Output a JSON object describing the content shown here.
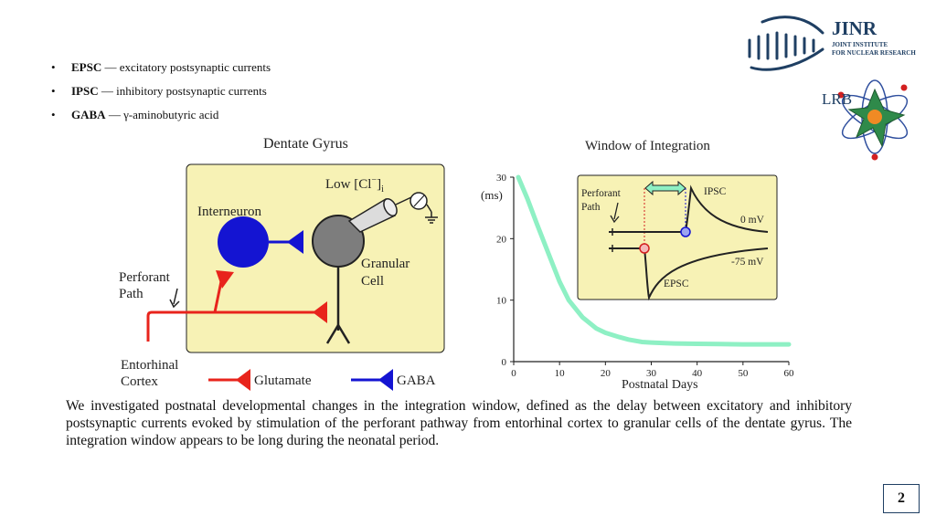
{
  "abbreviations": [
    {
      "term": "EPSC",
      "definition": "— excitatory postsynaptic currents"
    },
    {
      "term": "IPSC",
      "definition": "— inhibitory postsynaptic currents"
    },
    {
      "term": "GABA",
      "definition": "— γ-aminobutyric acid"
    }
  ],
  "logos": {
    "jinr_name": "JINR",
    "jinr_line1": "JOINT INSTITUTE",
    "jinr_line2": "FOR NUCLEAR RESEARCH",
    "lrb": "LRB"
  },
  "dentate": {
    "title": "Dentate Gyrus",
    "low_cl": "Low [Cl",
    "low_cl_sup": "−",
    "low_cl_close": "]",
    "low_cl_sub": "i",
    "interneuron": "Interneuron",
    "granular": "Granular",
    "cell": "Cell",
    "perforant": "Perforant",
    "path": "Path",
    "entorhinal": "Entorhinal",
    "cortex": "Cortex",
    "legend_glutamate": "Glutamate",
    "legend_gaba": "GABA"
  },
  "colors": {
    "glutamate": "#e8241c",
    "gaba": "#1414d2",
    "panel": "#f7f2b5",
    "curve": "#8ef0c4",
    "neuron": "#7d7d7d"
  },
  "chart_data": {
    "type": "line",
    "title": "Window of Integration",
    "xlabel": "Postnatal Days",
    "ylabel": "(ms)",
    "xlim": [
      0,
      60
    ],
    "ylim": [
      0,
      30
    ],
    "x_ticks": [
      0,
      10,
      20,
      30,
      40,
      50,
      60
    ],
    "y_ticks": [
      0,
      10,
      20,
      30
    ],
    "series": [
      {
        "x": [
          1,
          3,
          5,
          8,
          10,
          12,
          15,
          18,
          20,
          23,
          25,
          28,
          30,
          33,
          35,
          40,
          45,
          50,
          55,
          60
        ],
        "values": [
          30,
          26.5,
          22.5,
          16.8,
          13,
          10,
          7.2,
          5.4,
          4.7,
          4.0,
          3.6,
          3.2,
          3.1,
          3.0,
          2.95,
          2.9,
          2.85,
          2.8,
          2.8,
          2.8
        ]
      }
    ],
    "inset": {
      "perforant": "Perforant",
      "path": "Path",
      "ipsc": "IPSC",
      "epsc": "EPSC",
      "zero_mv": "0 mV",
      "minus75_mv": "-75 mV"
    }
  },
  "caption": "We investigated postnatal developmental changes in the integration window, defined as the delay between excitatory and inhibitory postsynaptic currents evoked by stimulation of the perforant pathway from entorhinal cortex to granular cells of the dentate gyrus. The integration window appears to be long during the neonatal period.",
  "page_number": "2"
}
